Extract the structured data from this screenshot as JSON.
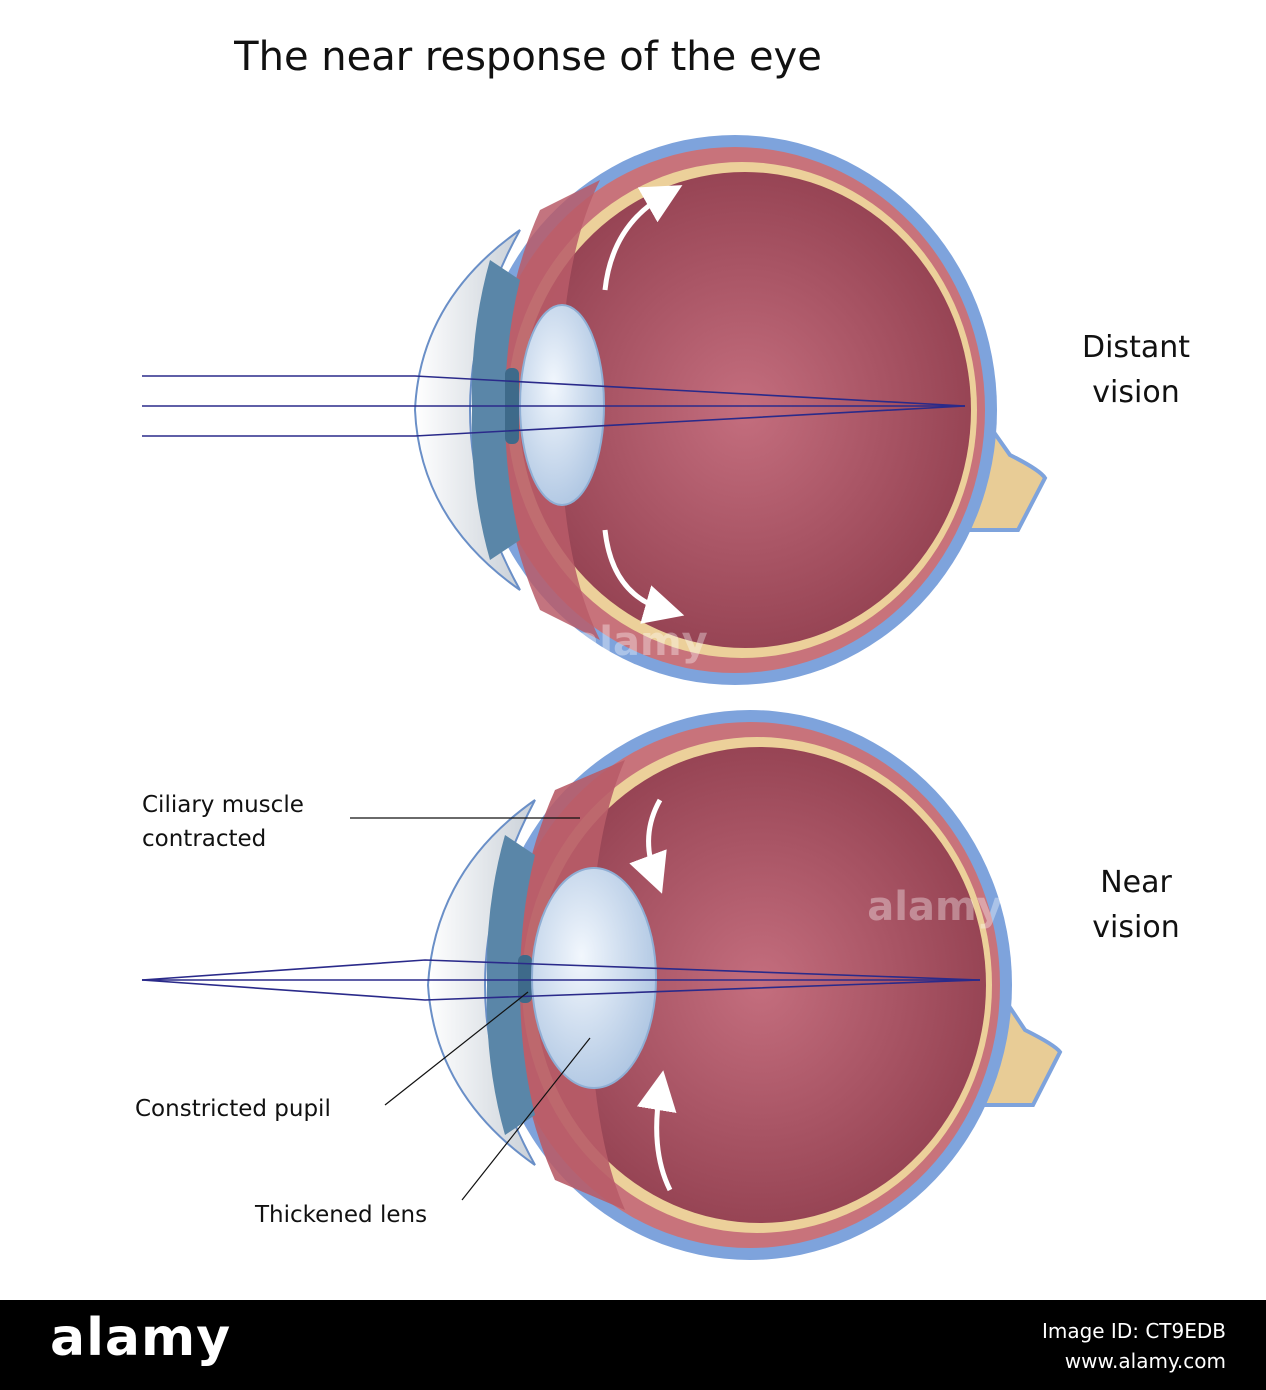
{
  "title": "The near response of the eye",
  "views": {
    "distant": {
      "line1": "Distant",
      "line2": "vision"
    },
    "near": {
      "line1": "Near",
      "line2": "vision"
    }
  },
  "callouts": {
    "ciliary": {
      "line1": "Ciliary muscle",
      "line2": "contracted"
    },
    "pupil": "Constricted pupil",
    "lens": "Thickened lens"
  },
  "watermark": {
    "logo": "alamy",
    "image_id": "Image ID: CT9EDB",
    "site": "www.alamy.com"
  },
  "colors": {
    "sclera": "#7ea3dc",
    "choroid": "#c8737b",
    "retina": "#ecd09a",
    "vitreous": "#a04c5c",
    "lens": "#d6e4f6",
    "iris": "#5a86a8",
    "ray": "#2a2a8a",
    "background": "#ffffff"
  }
}
